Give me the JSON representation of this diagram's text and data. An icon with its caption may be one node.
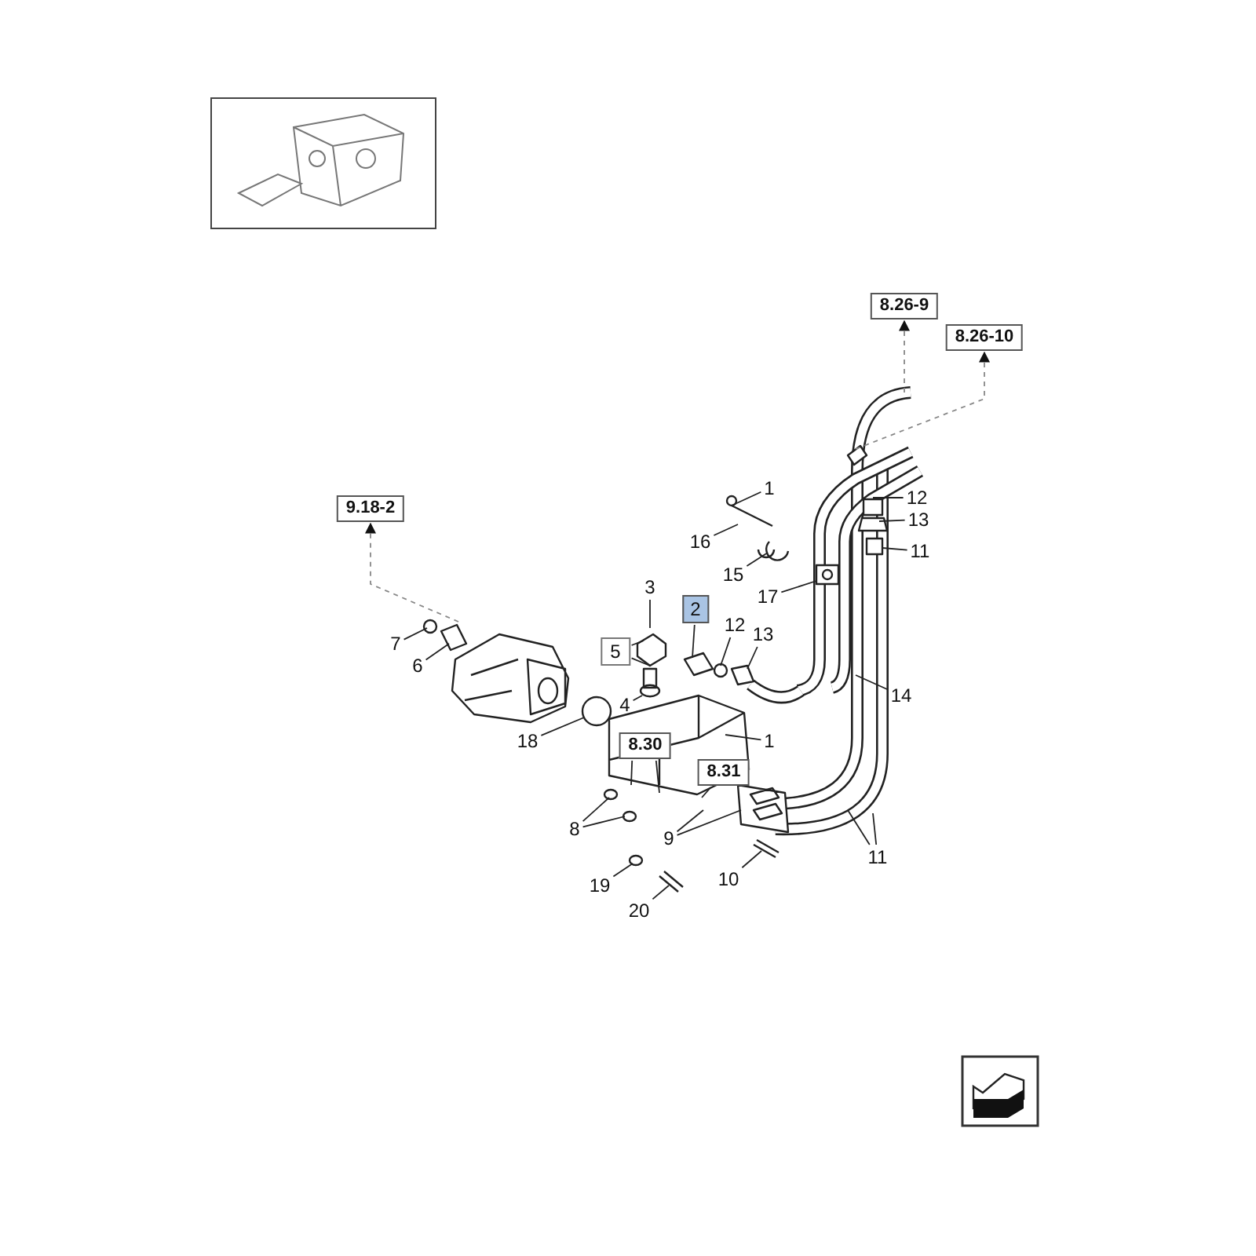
{
  "diagram": {
    "nodes": [
      {
        "text": [
          "8.26-9"
        ]
      },
      {
        "text": [
          "8.26-10"
        ]
      },
      {
        "text": [
          "9.18-2"
        ]
      },
      {
        "text": [
          "1"
        ]
      },
      {
        "text": [
          "12"
        ]
      },
      {
        "text": [
          "16"
        ]
      },
      {
        "text": [
          "13"
        ]
      },
      {
        "text": [
          "15"
        ]
      },
      {
        "text": [
          "11"
        ]
      },
      {
        "text": [
          "17"
        ]
      },
      {
        "text": [
          "3"
        ]
      },
      {
        "text": [
          "2"
        ]
      },
      {
        "text": [
          "12"
        ]
      },
      {
        "text": [
          "7"
        ]
      },
      {
        "text": [
          "5"
        ]
      },
      {
        "text": [
          "13"
        ]
      },
      {
        "text": [
          "6"
        ]
      },
      {
        "text": [
          "4"
        ]
      },
      {
        "text": [
          "14"
        ]
      },
      {
        "text": [
          "18"
        ]
      },
      {
        "text": [
          "1"
        ]
      },
      {
        "text": [
          "8.30"
        ]
      },
      {
        "text": [
          "8.31"
        ]
      },
      {
        "text": [
          "8"
        ]
      },
      {
        "text": [
          "9"
        ]
      },
      {
        "text": [
          "11"
        ]
      },
      {
        "text": [
          "19"
        ]
      },
      {
        "text": [
          "10"
        ]
      },
      {
        "text": [
          "20"
        ]
      }
    ],
    "edges": [
      {
        "from": null,
        "to": 0,
        "arrow": "to",
        "style": "dashed",
        "color": "#888888"
      },
      {
        "from": null,
        "to": 1,
        "arrow": "to",
        "style": "dashed",
        "color": "#888888"
      },
      {
        "from": null,
        "to": 2,
        "arrow": "to",
        "style": "dashed",
        "color": "#888888"
      },
      {
        "from": 3,
        "to": null,
        "arrow": "none"
      },
      {
        "from": 4,
        "to": null,
        "arrow": "none"
      },
      {
        "from": 5,
        "to": null,
        "arrow": "none"
      },
      {
        "from": 6,
        "to": null,
        "arrow": "none"
      },
      {
        "from": 7,
        "to": null,
        "arrow": "none"
      },
      {
        "from": 8,
        "to": null,
        "arrow": "none"
      },
      {
        "from": 9,
        "to": null,
        "arrow": "none"
      },
      {
        "from": 10,
        "to": null,
        "arrow": "none"
      },
      {
        "from": 11,
        "to": null,
        "arrow": "none"
      },
      {
        "from": 12,
        "to": null,
        "arrow": "none"
      },
      {
        "from": 13,
        "to": null,
        "arrow": "none"
      },
      {
        "from": 14,
        "to": null,
        "arrow": "none"
      },
      {
        "from": 14,
        "to": null,
        "arrow": "none"
      },
      {
        "from": 15,
        "to": null,
        "arrow": "none"
      },
      {
        "from": 16,
        "to": null,
        "arrow": "none"
      },
      {
        "from": 17,
        "to": null,
        "arrow": "none"
      },
      {
        "from": 18,
        "to": null,
        "arrow": "none"
      },
      {
        "from": 19,
        "to": null,
        "arrow": "none"
      },
      {
        "from": 20,
        "to": null,
        "arrow": "none"
      },
      {
        "from": 21,
        "to": null,
        "arrow": "none"
      },
      {
        "from": 21,
        "to": null,
        "arrow": "none"
      },
      {
        "from": 22,
        "to": null,
        "arrow": "none"
      },
      {
        "from": 23,
        "to": null,
        "arrow": "none"
      },
      {
        "from": 23,
        "to": null,
        "arrow": "none"
      },
      {
        "from": 24,
        "to": null,
        "arrow": "none"
      },
      {
        "from": 24,
        "to": null,
        "arrow": "none"
      },
      {
        "from": 25,
        "to": null,
        "arrow": "none"
      },
      {
        "from": 25,
        "to": null,
        "arrow": "none"
      },
      {
        "from": 26,
        "to": null,
        "arrow": "none"
      },
      {
        "from": 27,
        "to": null,
        "arrow": "none"
      },
      {
        "from": 28,
        "to": null,
        "arrow": "none"
      }
    ]
  }
}
